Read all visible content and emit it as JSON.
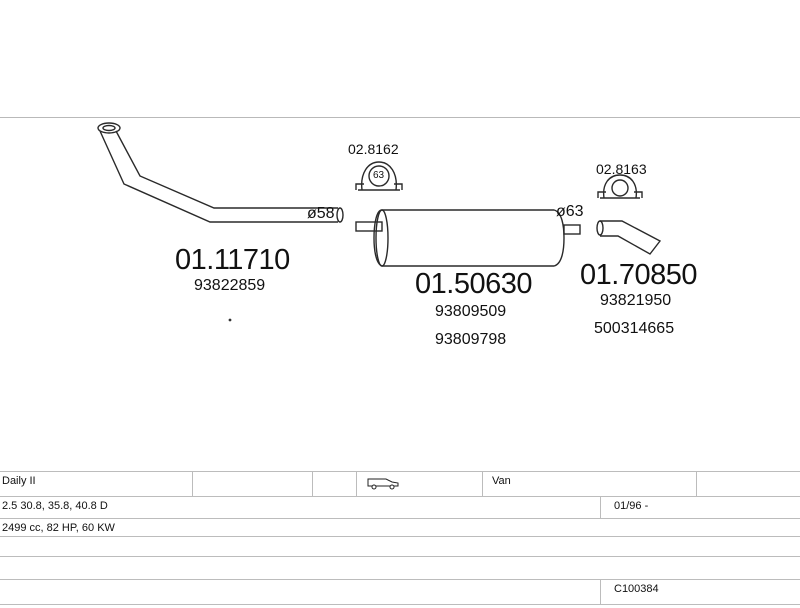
{
  "parts": {
    "downpipe": {
      "code": "01.11710",
      "ref": "93822859",
      "diameter": "ø58"
    },
    "muffler": {
      "code": "01.50630",
      "refs": [
        "93809509",
        "93809798"
      ],
      "diameter": "ø63"
    },
    "clamp1": {
      "code": "02.8162",
      "size": "63"
    },
    "clamp2": {
      "code": "02.8163"
    },
    "tailpipe": {
      "code": "01.70850",
      "refs": [
        "93821950",
        "500314665"
      ]
    }
  },
  "vehicle": {
    "model": "Daily II",
    "body": "Van",
    "engines": "2.5 30.8, 35.8, 40.8 D",
    "years": "01/96 -",
    "specs": "2499 cc, 82 HP, 60 KW",
    "code": "C100384"
  },
  "icons": {
    "clamp": "exhaust-clamp-icon",
    "van": "van-icon"
  }
}
